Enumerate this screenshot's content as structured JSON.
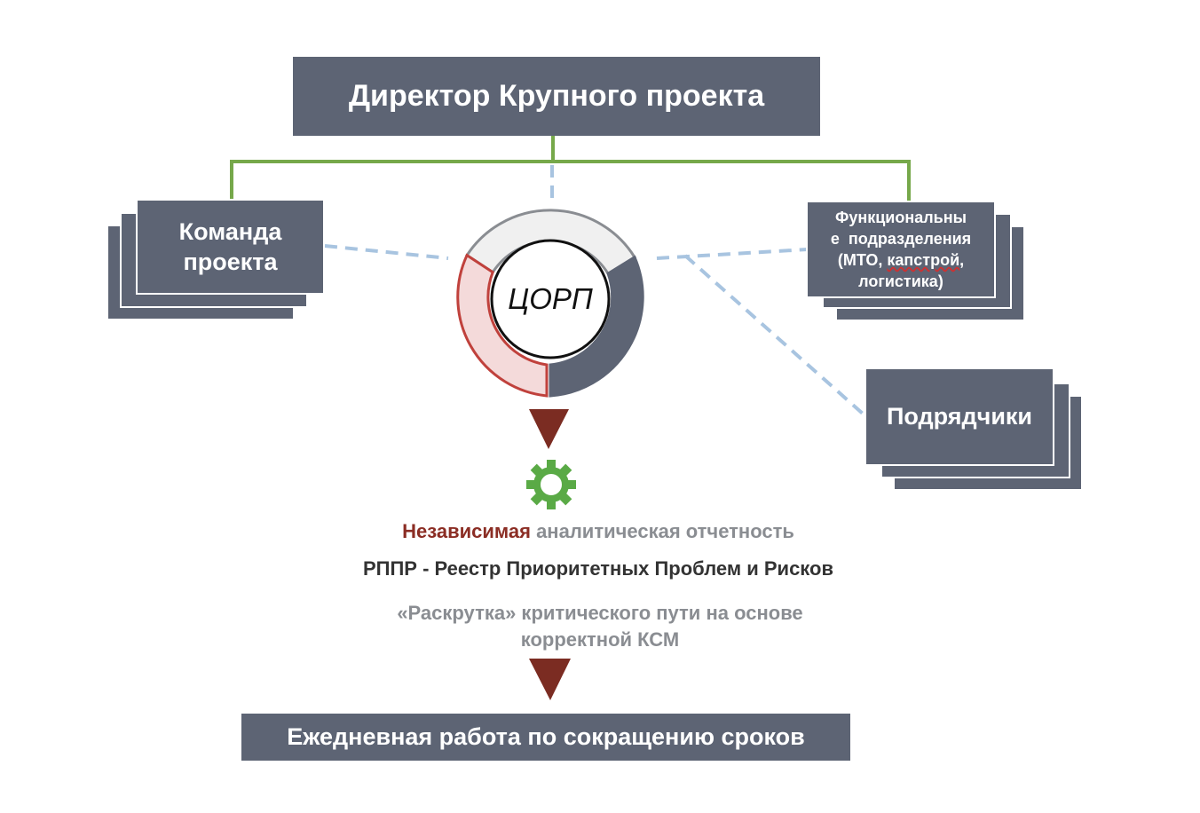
{
  "director": {
    "label": "Директор Крупного проекта"
  },
  "team": {
    "line1": "Команда",
    "line2": "проекта"
  },
  "functional": {
    "line1": "Функциональны",
    "line2": "е  подразделения",
    "line3_pre": "(МТО, ",
    "line3_underlined": "капстрой",
    "line3_post": ",",
    "line4": "логистика)"
  },
  "contractors": {
    "label": "Подрядчики"
  },
  "center": {
    "label": "ЦОРП",
    "icon": "gear-icon"
  },
  "reporting": {
    "highlight": "Независимая",
    "rest": " аналитическая отчетность"
  },
  "registry": {
    "label": "РППР - Реестр Приоритетных Проблем и Рисков"
  },
  "critical_path": {
    "line1": "«Раскрутка» критического пути на основе",
    "line2": "корректной КСМ"
  },
  "daily": {
    "label": "Ежедневная работа по сокращению сроков"
  },
  "colors": {
    "box_fill": "#5d6474",
    "connector_green": "#76a84a",
    "dashed_blue": "#a8c4e0",
    "arrow_dark_red": "#7b2c22",
    "ring_red": "#c0413c",
    "ring_light": "#f0f0f0",
    "gear_green": "#5aaa46",
    "highlight_red": "#8b2d24",
    "muted_gray": "#8a8d92",
    "text_dark": "#333333"
  }
}
